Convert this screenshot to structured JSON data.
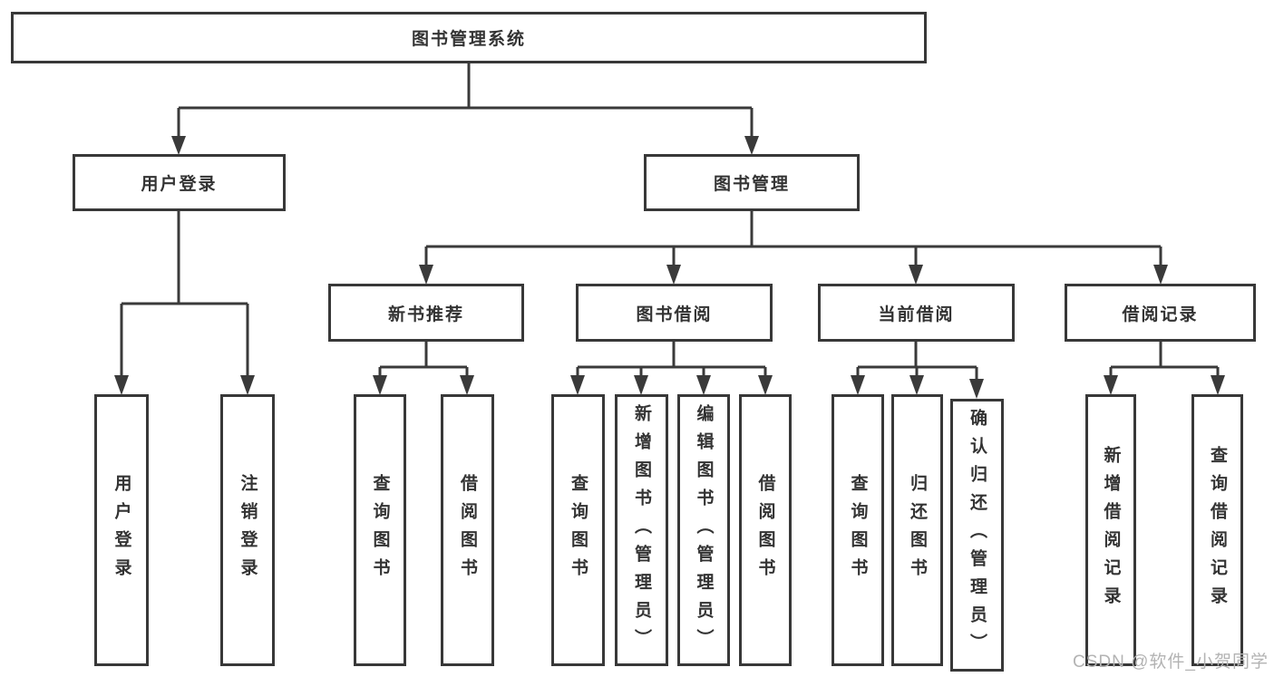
{
  "diagram": {
    "colors": {
      "line": "#3a3a3a",
      "box_border": "#383838",
      "text": "#333333",
      "background": "#ffffff",
      "watermark": "#b3b3b3"
    },
    "tree": {
      "root": "图书管理系统",
      "children": [
        {
          "label": "用户登录",
          "children": [
            {
              "label": "用户登录"
            },
            {
              "label": "注销登录"
            }
          ]
        },
        {
          "label": "图书管理",
          "children": [
            {
              "label": "新书推荐",
              "children": [
                {
                  "label": "查询图书"
                },
                {
                  "label": "借阅图书"
                }
              ]
            },
            {
              "label": "图书借阅",
              "children": [
                {
                  "label": "查询图书"
                },
                {
                  "label": "新增图书（管理员）"
                },
                {
                  "label": "编辑图书（管理员）"
                },
                {
                  "label": "借阅图书"
                }
              ]
            },
            {
              "label": "当前借阅",
              "children": [
                {
                  "label": "查询图书"
                },
                {
                  "label": "归还图书"
                },
                {
                  "label": "确认归还（管理员）"
                }
              ]
            },
            {
              "label": "借阅记录",
              "children": [
                {
                  "label": "新增借阅记录"
                },
                {
                  "label": "查询借阅记录"
                }
              ]
            }
          ]
        }
      ]
    },
    "watermark": "CSDN @软件_小贺同学"
  }
}
